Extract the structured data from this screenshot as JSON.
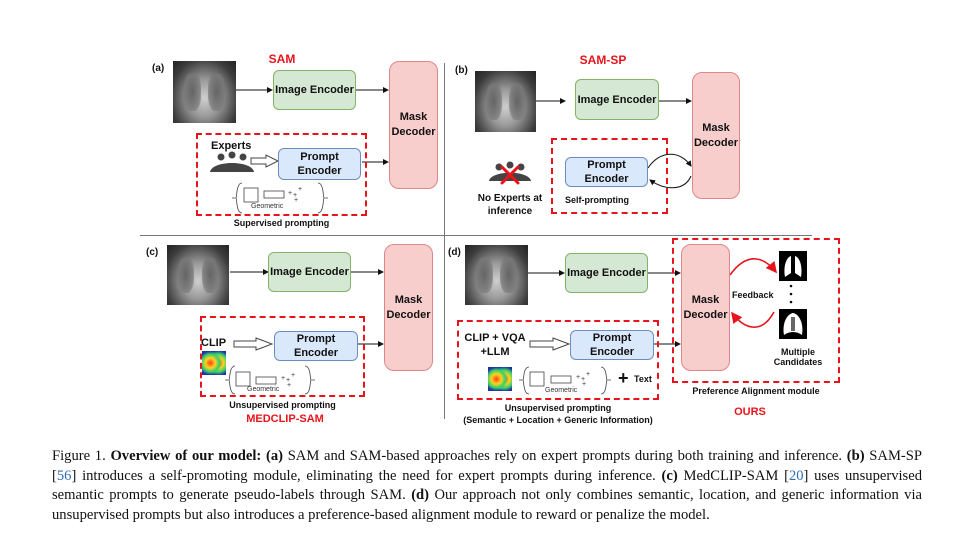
{
  "figure": {
    "panels": {
      "a": {
        "tag": "(a)",
        "title": "SAM",
        "image_encoder": "Image Encoder",
        "mask_decoder_line1": "Mask",
        "mask_decoder_line2": "Decoder",
        "prompt_encoder_line1": "Prompt",
        "prompt_encoder_line2": "Encoder",
        "experts_label": "Experts",
        "geometric_label": "Geometric",
        "box_caption": "Supervised prompting"
      },
      "b": {
        "tag": "(b)",
        "title": "SAM-SP",
        "image_encoder": "Image Encoder",
        "mask_decoder_line1": "Mask",
        "mask_decoder_line2": "Decoder",
        "prompt_encoder_line1": "Prompt",
        "prompt_encoder_line2": "Encoder",
        "no_experts_line1": "No Experts at",
        "no_experts_line2": "inference",
        "box_caption": "Self-prompting"
      },
      "c": {
        "tag": "(c)",
        "title": "MEDCLIP-SAM",
        "image_encoder": "Image Encoder",
        "mask_decoder_line1": "Mask",
        "mask_decoder_line2": "Decoder",
        "prompt_encoder_line1": "Prompt",
        "prompt_encoder_line2": "Encoder",
        "clip_label": "CLIP",
        "geometric_label": "Geometric",
        "box_caption": "Unsupervised prompting"
      },
      "d": {
        "tag": "(d)",
        "title": "OURS",
        "image_encoder": "Image Encoder",
        "mask_decoder_line1": "Mask",
        "mask_decoder_line2": "Decoder",
        "prompt_encoder_line1": "Prompt",
        "prompt_encoder_line2": "Encoder",
        "source_line1": "CLIP + VQA",
        "source_line2": "+LLM",
        "geometric_label": "Geometric",
        "plus_symbol": "+",
        "text_label": "Text",
        "feedback_label": "Feedback",
        "candidates_line1": "Multiple",
        "candidates_line2": "Candidates",
        "alignment_caption": "Preference Alignment module",
        "box_caption_line1": "Unsupervised prompting",
        "box_caption_line2": "(Semantic + Location + Generic Information)"
      }
    },
    "colors": {
      "accent_red": "#e8141b",
      "encoder_green": "#d5e8d4",
      "encoder_blue": "#dae8fc",
      "decoder_pink": "#f8cecc",
      "citation_blue": "#2f6db5"
    }
  },
  "caption": {
    "figure_label": "Figure 1.",
    "bold_title": "Overview of our model:",
    "a_tag": "(a)",
    "a_text": "SAM and SAM-based approaches rely on expert prompts during both training and inference.",
    "b_tag": "(b)",
    "b_text_1": "SAM-SP [",
    "b_cite": "56",
    "b_text_2": "] introduces a self-promoting module, eliminating the need for expert prompts during inference.",
    "c_tag": "(c)",
    "c_text_1": "MedCLIP-SAM [",
    "c_cite": "20",
    "c_text_2": "] uses unsupervised semantic prompts to generate pseudo-labels through SAM.",
    "d_tag": "(d)",
    "d_text": "Our approach not only combines semantic, location, and generic information via unsupervised prompts but also introduces a preference-based alignment module to reward or penalize the model."
  }
}
